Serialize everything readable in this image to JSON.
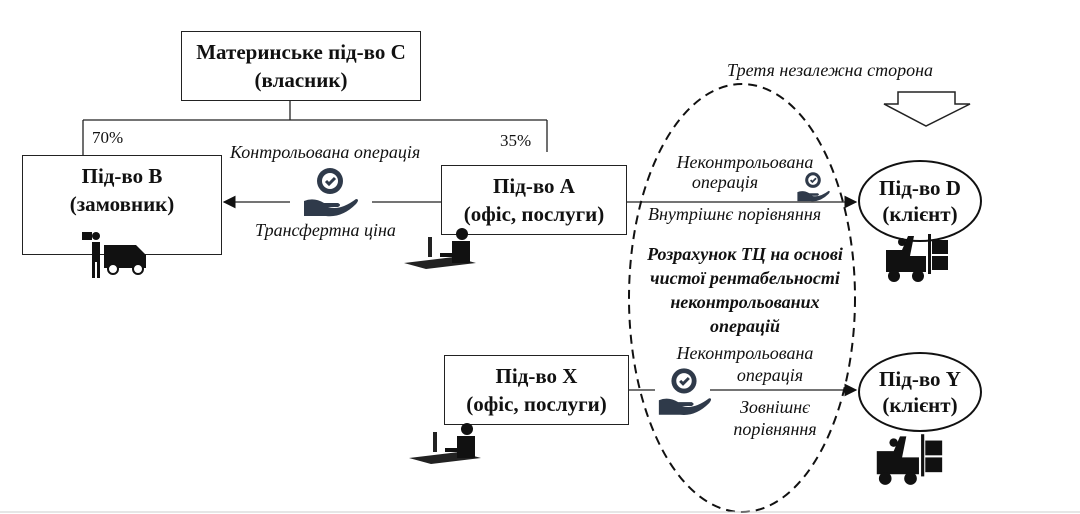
{
  "parent": {
    "line1": "Материнське під-во С",
    "line2": "(власник)"
  },
  "share_b": "70%",
  "share_a": "35%",
  "company_b": {
    "line1": "Під-во В",
    "line2": "(замовник)"
  },
  "company_a": {
    "line1": "Під-во А",
    "line2": "(офіс, послуги)"
  },
  "company_x": {
    "line1": "Під-во Х",
    "line2": "(офіс, послуги)"
  },
  "client_d": {
    "line1": "Під-во D",
    "line2": "(клієнт)"
  },
  "client_y": {
    "line1": "Під-во Y",
    "line2": "(клієнт)"
  },
  "controlled_op": "Контрольована операція",
  "transfer_price": "Трансфертна ціна",
  "third_party": "Третя незалежна сторона",
  "uncontrolled_op_1": {
    "line1": "Неконтрольована",
    "line2": "операція"
  },
  "internal_comparison": "Внутрішнє порівняння",
  "calc": {
    "line1": "Розрахунок ТЦ на основі",
    "line2": "чистої рентабельності",
    "line3": "неконтрольованих",
    "line4": "операцій"
  },
  "uncontrolled_op_2": {
    "line1": "Неконтрольована",
    "line2": "операція"
  },
  "external_comparison": {
    "line1": "Зовнішнє",
    "line2": "порівняння"
  },
  "colors": {
    "icon": "#2f3a4a",
    "line": "#222222"
  }
}
